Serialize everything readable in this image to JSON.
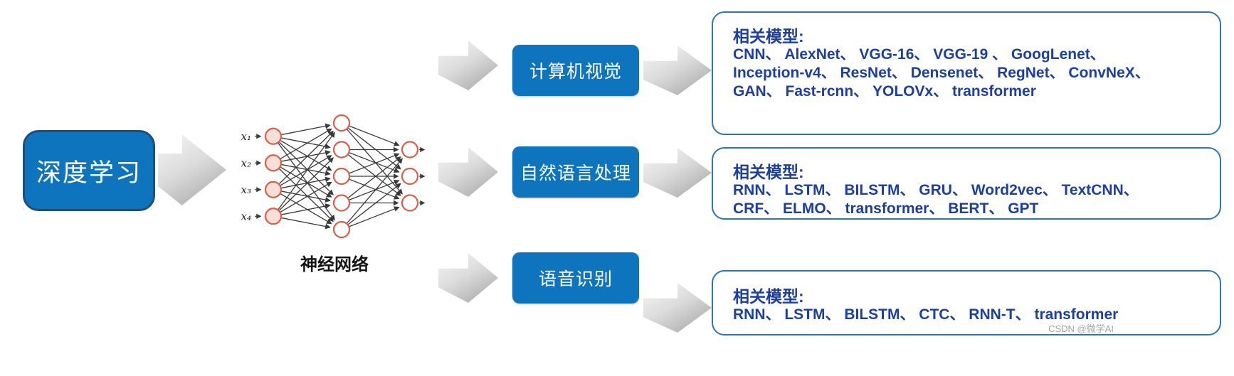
{
  "title_box": {
    "label": "深度学习"
  },
  "network": {
    "caption": "神经网络",
    "input_labels": [
      "x₁",
      "x₂",
      "x₃",
      "x₄"
    ],
    "layer_sizes": [
      4,
      5,
      3
    ],
    "node_stroke": "#d4604a",
    "input_fill": "#fadfd8",
    "hidden_fill": "#ffffff",
    "edge_color": "#3a3a3a"
  },
  "branches": [
    {
      "button_label": "计算机视觉",
      "panel": {
        "title": "相关模型:",
        "lines": [
          "CNN、 AlexNet、 VGG-16、 VGG-19 、 GoogLenet、",
          "Inception-v4、 ResNet、 Densenet、 RegNet、 ConvNeX、",
          "GAN、 Fast-rcnn、 YOLOVx、 transformer"
        ]
      }
    },
    {
      "button_label": "自然语言处理",
      "panel": {
        "title": "相关模型:",
        "lines": [
          "RNN、 LSTM、 BILSTM、 GRU、 Word2vec、 TextCNN、",
          "CRF、 ELMO、 transformer、 BERT、 GPT"
        ]
      }
    },
    {
      "button_label": "语音识别",
      "panel": {
        "title": "相关模型:",
        "lines": [
          "RNN、 LSTM、 BILSTM、 CTC、 RNN-T、 transformer"
        ]
      }
    }
  ],
  "watermark": "CSDN @微学AI",
  "colors": {
    "primary_blue": "#0e74be",
    "panel_border": "#2e75b6",
    "panel_text": "#1d3f9e",
    "arrow_light": "#f6f6f6",
    "arrow_dark": "#a2a2a2"
  }
}
